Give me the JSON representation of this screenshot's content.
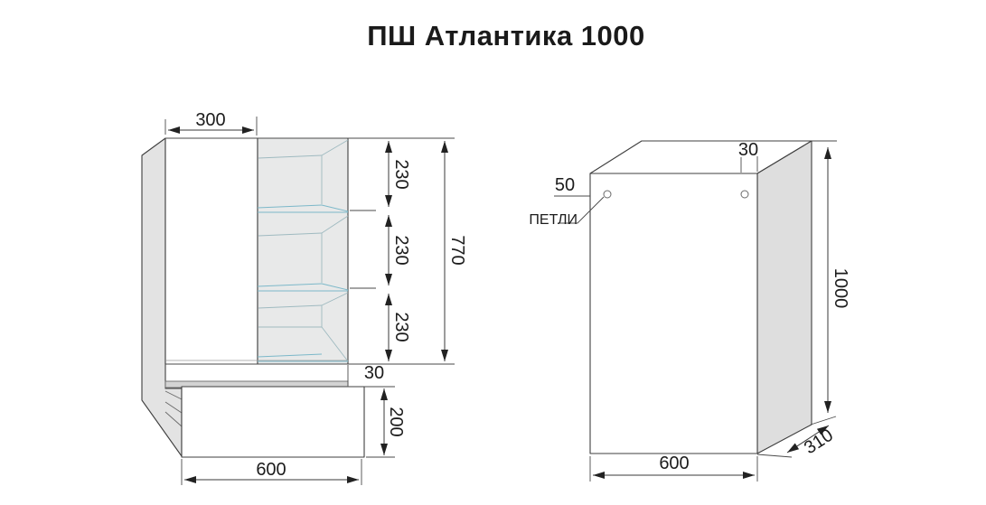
{
  "title": "ПШ Атлантика 1000",
  "left_view": {
    "door_width": "300",
    "section_heights": [
      "230",
      "230",
      "230"
    ],
    "upper_height": "770",
    "countertop_thickness": "30",
    "drawer_height": "200",
    "bottom_width": "600"
  },
  "right_view": {
    "hinge_top_offset": "50",
    "hinge_edge_offset": "30",
    "hinges_label": "ПЕТЛИ",
    "height": "1000",
    "width": "600",
    "depth": "310"
  },
  "colors": {
    "outline": "#3f3f3f",
    "shelf_accent": "#7cb8c9",
    "panel_fill": "#e3e3e3",
    "side_panel_fill": "#dedede",
    "text": "#1c1c1c"
  }
}
